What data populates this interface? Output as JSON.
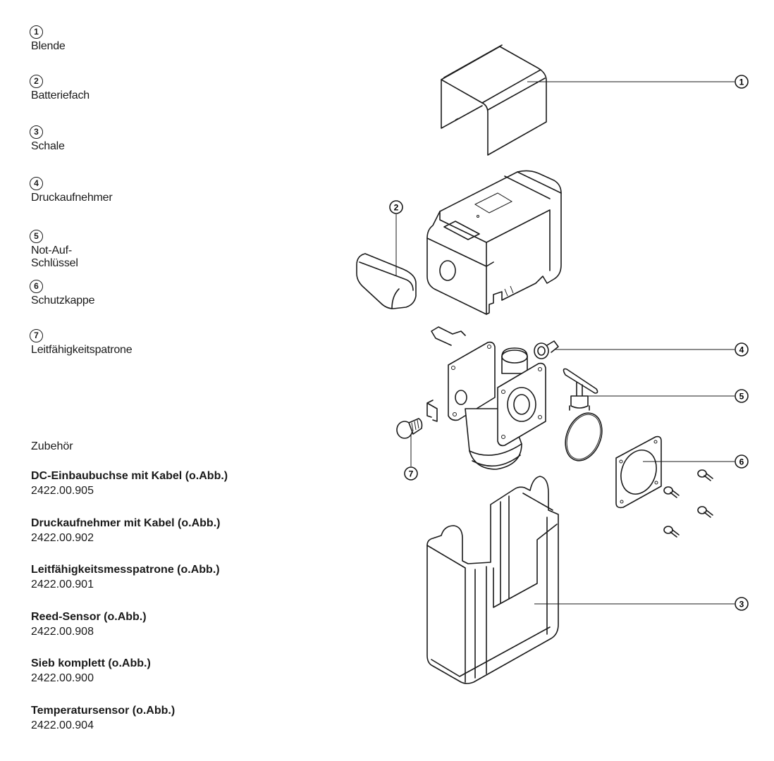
{
  "parts": [
    {
      "number": "1",
      "name": "Blende"
    },
    {
      "number": "2",
      "name": "Batteriefach"
    },
    {
      "number": "3",
      "name": "Schale"
    },
    {
      "number": "4",
      "name": "Druckaufnehmer"
    },
    {
      "number": "5",
      "name": "Not-Auf-Schlüssel"
    },
    {
      "number": "6",
      "name": "Schutzkappe"
    },
    {
      "number": "7",
      "name": "Leitfähigkeitspatrone"
    }
  ],
  "accessories": {
    "title": "Zubehör",
    "items": [
      {
        "name": "DC-Einbaubuchse mit Kabel (o.Abb.)",
        "code": "2422.00.905"
      },
      {
        "name": "Druckaufnehmer mit Kabel (o.Abb.)",
        "code": "2422.00.902"
      },
      {
        "name": "Leitfähigkeitsmesspatrone (o.Abb.)",
        "code": "2422.00.901"
      },
      {
        "name": "Reed-Sensor (o.Abb.)",
        "code": "2422.00.908"
      },
      {
        "name": "Sieb komplett (o.Abb.)",
        "code": "2422.00.900"
      },
      {
        "name": "Temperatursensor (o.Abb.)",
        "code": "2422.00.904"
      }
    ]
  },
  "callouts": [
    "1",
    "2",
    "3",
    "4",
    "5",
    "6",
    "7"
  ]
}
